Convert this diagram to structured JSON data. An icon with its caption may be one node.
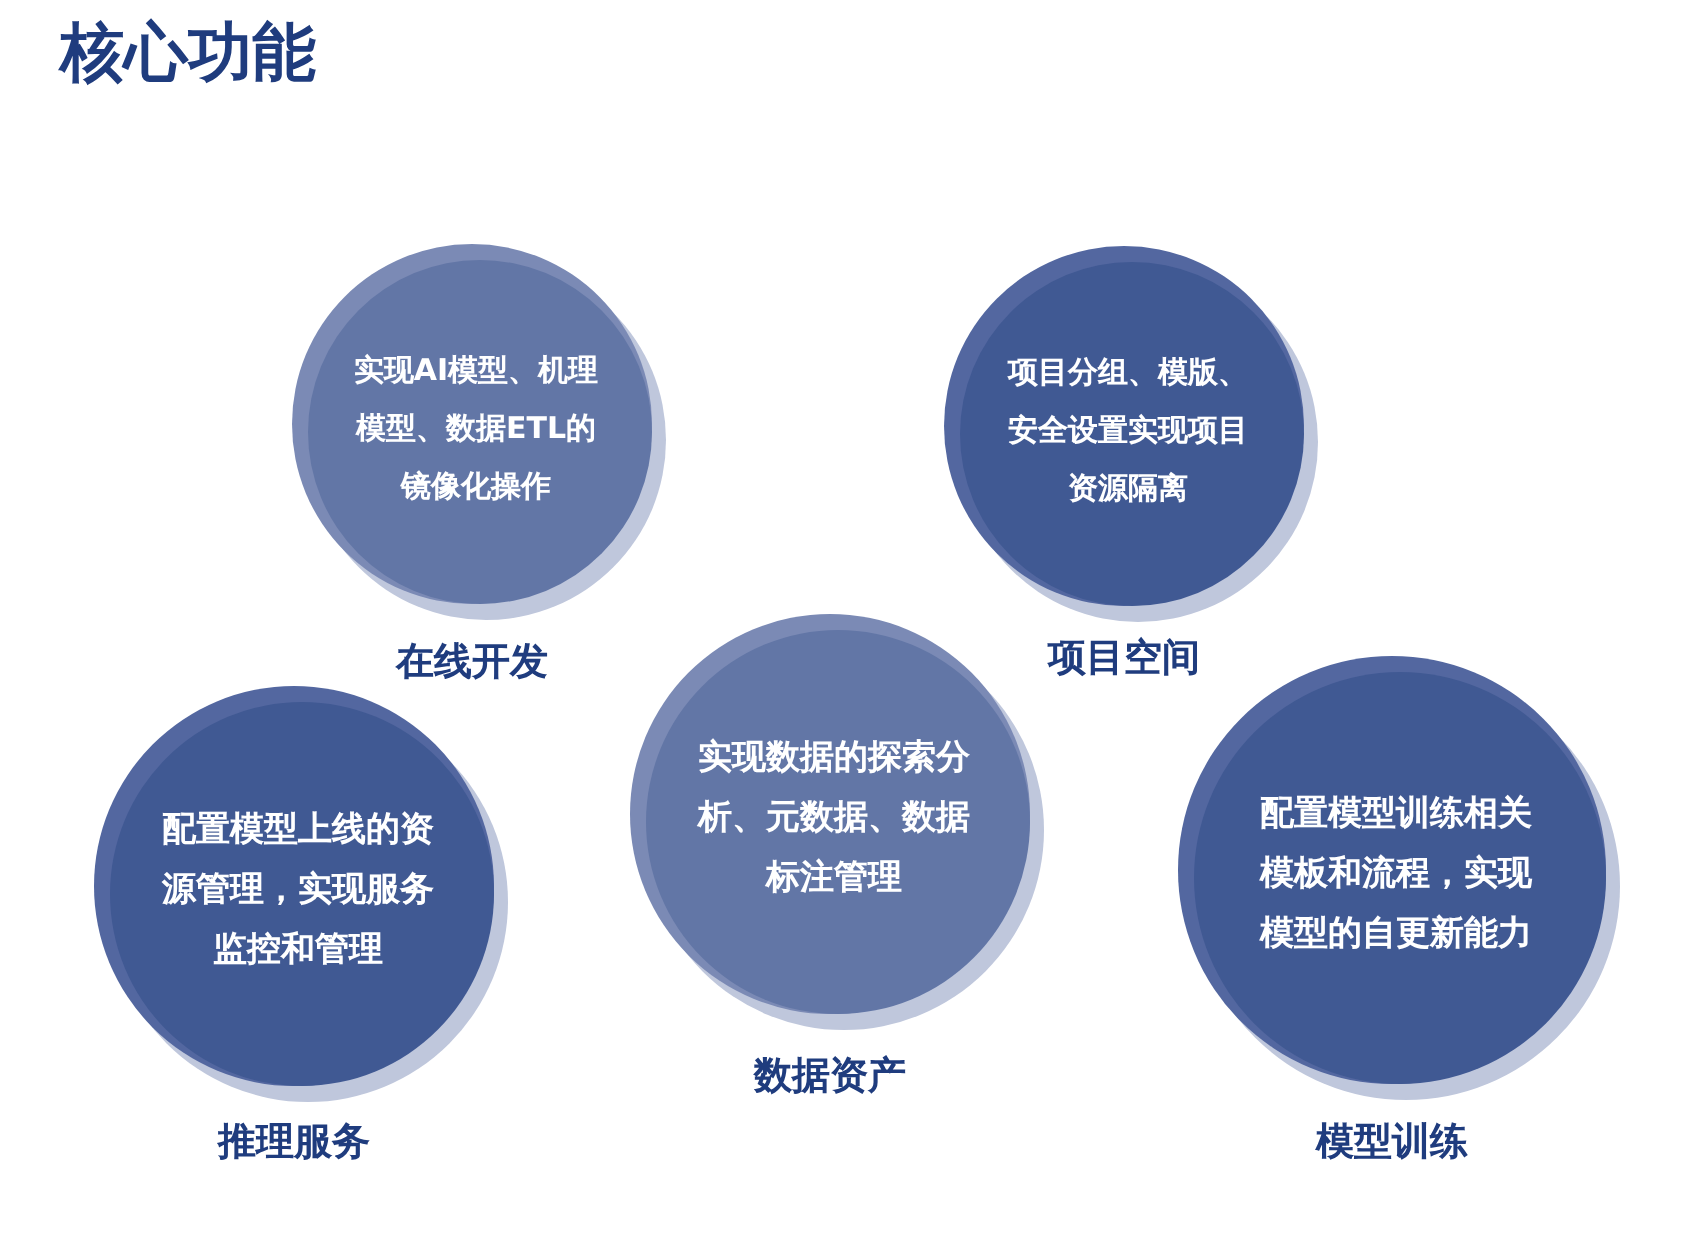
{
  "diagram": {
    "title": "核心功能",
    "nodes": [
      {
        "text": [
          "实现AI模型、机理模型、数据ETL的镜像化操作"
        ],
        "beside": [
          "在线开发"
        ]
      },
      {
        "text": [
          "项目分组、模版、安全设置实现项目资源隔离"
        ],
        "beside": [
          "项目空间"
        ]
      },
      {
        "text": [
          "配置模型上线的资源管理，实现服务监控和管理"
        ],
        "beside": [
          "推理服务"
        ]
      },
      {
        "text": [
          "实现数据的探索分析、元数据、数据标注管理"
        ],
        "beside": [
          "数据资产"
        ]
      },
      {
        "text": [
          "配置模型训练相关模板和流程，实现模型的自更新能力"
        ],
        "beside": [
          "模型训练"
        ]
      }
    ]
  }
}
